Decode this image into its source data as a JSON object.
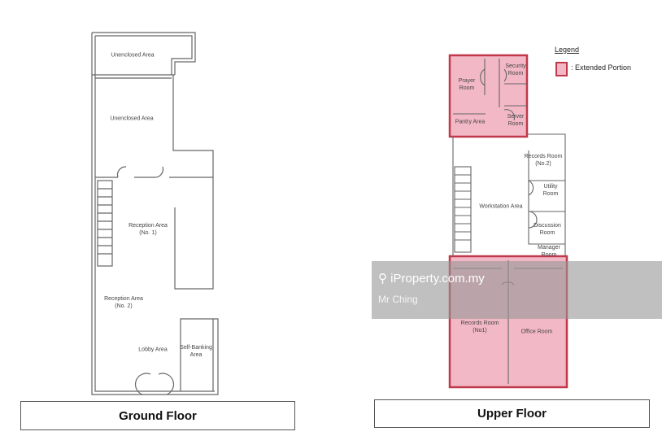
{
  "ground_floor": {
    "caption": "Ground Floor",
    "rooms": [
      "Unenclosed Area",
      "Unenclosed Area",
      "Reception Area\n(No. 1)",
      "Reception Area\n(No. 2)",
      "Lobby Area",
      "Self-Banking\nArea"
    ]
  },
  "upper_floor": {
    "caption": "Upper Floor",
    "rooms": [
      "Prayer\nRoom",
      "Security\nRoom",
      "Server\nRoom",
      "Pantry Area",
      "Records Room\n(No.2)",
      "Utility\nRoom",
      "Workstation Area",
      "Discussion\nRoom",
      "Manager\nRoom",
      "Records Room\n(No1)",
      "Office Room"
    ]
  },
  "legend": {
    "title": "Legend",
    "item": ": Extended Portion",
    "color": "#f3b8c6"
  },
  "watermark": {
    "site": "iProperty.com.my",
    "agent": "Mr Ching"
  }
}
